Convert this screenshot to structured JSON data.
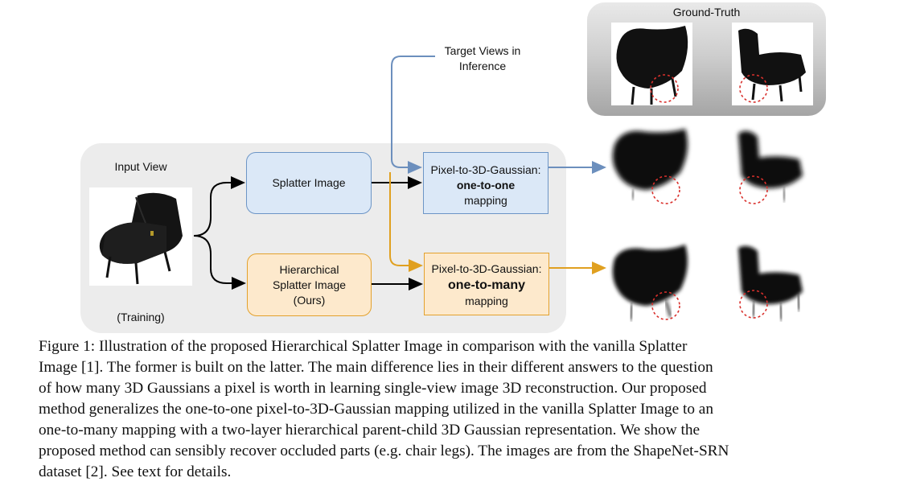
{
  "labels": {
    "input_view": "Input View",
    "training": "(Training)",
    "target_views_line1": "Target Views in",
    "target_views_line2": "Inference",
    "ground_truth": "Ground-Truth"
  },
  "boxes": {
    "splatter": "Splatter Image",
    "hier_line1": "Hierarchical",
    "hier_line2": "Splatter Image",
    "hier_line3": "(Ours)"
  },
  "mappings": {
    "top_line1": "Pixel-to-3D-Gaussian:",
    "top_line2": "one-to-one",
    "top_line3": "mapping",
    "bottom_line1": "Pixel-to-3D-Gaussian:",
    "bottom_line2": "one-to-many",
    "bottom_line3": "mapping"
  },
  "caption": {
    "lines": [
      "Figure 1: Illustration of the proposed Hierarchical Splatter Image in comparison with the vanilla Splatter",
      "Image [1]. The former is built on the latter. The main difference lies in their different answers to the question",
      "of how many 3D Gaussians a pixel is worth in learning single-view image 3D reconstruction. Our proposed",
      "method generalizes the one-to-one pixel-to-3D-Gaussian mapping utilized in the vanilla Splatter Image to an",
      "one-to-many mapping with a two-layer hierarchical parent-child 3D Gaussian representation. We show the",
      "proposed method can sensibly recover occluded parts (e.g. chair legs). The images are from the ShapeNet-SRN",
      "dataset [2]. See text for details."
    ]
  },
  "colors": {
    "blue_arrow": "#6c8fbd",
    "orange_arrow": "#e0a020",
    "marker": "#d9302c"
  }
}
